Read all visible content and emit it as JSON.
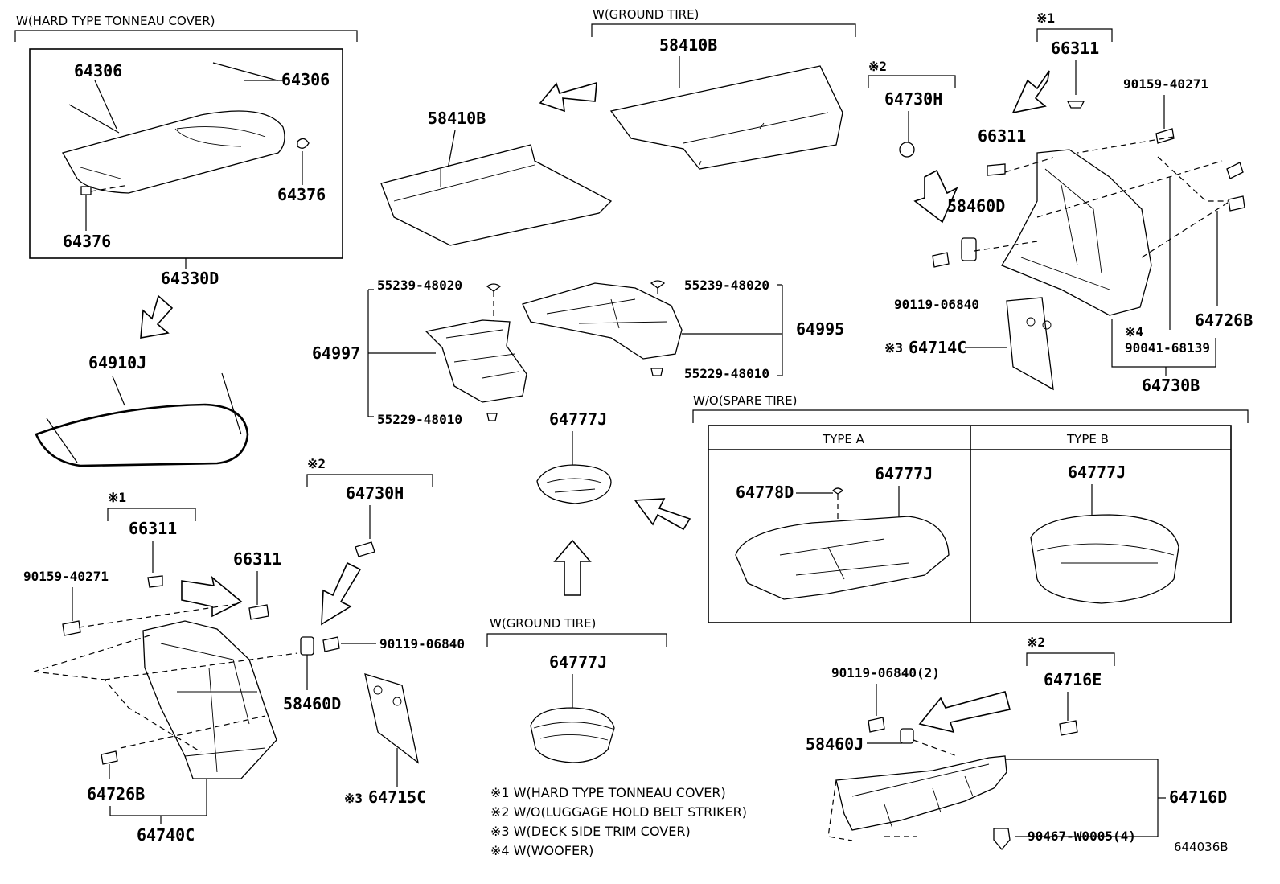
{
  "headers": {
    "hard_type_tonneau_cover": "W(HARD TYPE TONNEAU COVER)",
    "ground_tire_top": "W(GROUND TIRE)",
    "wo_spare_tire": "W/O(SPARE TIRE)",
    "type_a": "TYPE A",
    "type_b": "TYPE B",
    "ground_tire_bottom": "W(GROUND TIRE)"
  },
  "marks": {
    "note1": "※1",
    "note2": "※2",
    "note3": "※3",
    "note4": "※4"
  },
  "parts": {
    "p64306": "64306",
    "p64376": "64376",
    "p64330D": "64330D",
    "p64910J": "64910J",
    "p58410B": "58410B",
    "p55239_48020": "55239-48020",
    "p55229_48010": "55229-48010",
    "p64997": "64997",
    "p64995": "64995",
    "p64777J": "64777J",
    "p64778D": "64778D",
    "p66311": "66311",
    "p90159_40271": "90159-40271",
    "p64730H": "64730H",
    "p58460D": "58460D",
    "p90119_06840": "90119-06840",
    "p64714C": "64714C",
    "p64726B": "64726B",
    "p90041_68139": "90041-68139",
    "p64730B": "64730B",
    "p64740C": "64740C",
    "p64715C": "64715C",
    "p90119_06840_2": "90119-06840(2)",
    "p58460J": "58460J",
    "p64716E": "64716E",
    "p64716D": "64716D",
    "p90467_W0005_4": "90467-W0005(4)"
  },
  "legend": [
    "※1 W(HARD TYPE TONNEAU COVER)",
    "※2 W/O(LUGGAGE HOLD BELT STRIKER)",
    "※3 W(DECK SIDE TRIM COVER)",
    "※4 W(WOOFER)"
  ],
  "diagram_code": "644036B"
}
